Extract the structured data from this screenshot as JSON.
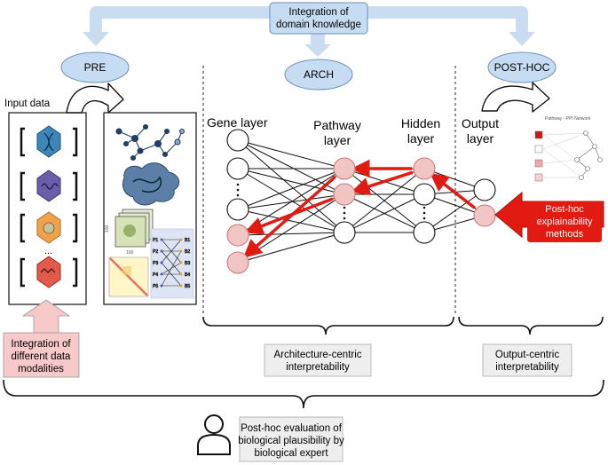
{
  "top_box": {
    "line1": "Integration of",
    "line2": "domain knowledge"
  },
  "phases": {
    "pre": "PRE",
    "arch": "ARCH",
    "posthoc": "POST-HOC"
  },
  "input_data_label": "Input data",
  "ellipsis": "...",
  "layers": {
    "gene": "Gene layer",
    "pathway_line1": "Pathway",
    "pathway_line2": "layer",
    "hidden_line1": "Hidden",
    "hidden_line2": "layer",
    "output_line1": "Output",
    "output_line2": "layer"
  },
  "posthoc_methods": {
    "line1": "Post-hoc",
    "line2": "explainability",
    "line3": "methods"
  },
  "integration_modalities": {
    "line1": "Integration of",
    "line2": "different data",
    "line3": "modalities"
  },
  "arch_centric": {
    "line1": "Architecture-centric",
    "line2": "interpretability"
  },
  "output_centric": {
    "line1": "Output-centric",
    "line2": "interpretability"
  },
  "evaluation": {
    "line1": "Post-hoc evaluation of",
    "line2": "biological plausibility by",
    "line3": "biological expert"
  },
  "thumbnail": {
    "title": "Pathway - PPI Network"
  },
  "heatmap_axis": {
    "tick_y": "100",
    "tick_x": "100"
  },
  "bipartite_labels": {
    "left": [
      "P1",
      "P2",
      "P3",
      "P4",
      "P5"
    ],
    "right": [
      "B1",
      "B2",
      "B3",
      "B4",
      "B5"
    ]
  },
  "colors": {
    "ellipse_fill": "#c6dcf3",
    "ellipse_stroke": "#6d8fb8",
    "arrow_blue": "#c9dcf1",
    "red_arrow": "#e21b12",
    "red_node": "#f2c5c5",
    "pink_box": "#f7c9c9",
    "gray_box": "#eeeeee",
    "hex_blue": "#3f86b8",
    "hex_purple": "#6b5ea8",
    "hex_orange": "#f0a24a",
    "hex_red": "#e25a4a"
  }
}
